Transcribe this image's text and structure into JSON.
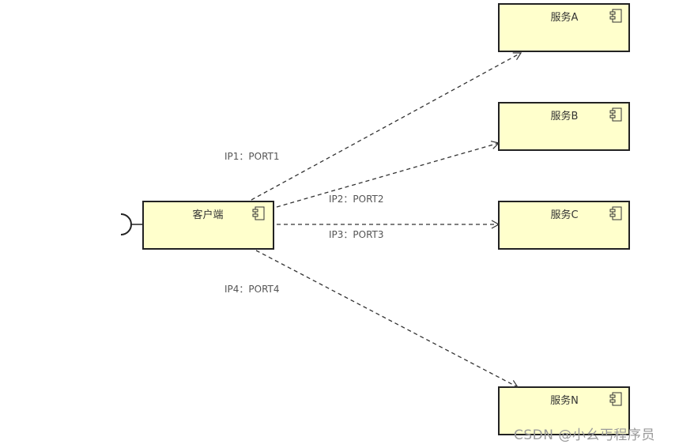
{
  "colors": {
    "box_fill": "#ffffcc",
    "box_stroke": "#222222",
    "edge": "#333333",
    "label": "#555555",
    "watermark": "#9a9a9a"
  },
  "client": {
    "label": "客户端",
    "icon": "component-icon"
  },
  "services": [
    {
      "label": "服务A",
      "icon": "component-icon"
    },
    {
      "label": "服务B",
      "icon": "component-icon"
    },
    {
      "label": "服务C",
      "icon": "component-icon"
    },
    {
      "label": "服务N",
      "icon": "component-icon"
    }
  ],
  "edges": [
    {
      "label": "IP1：PORT1"
    },
    {
      "label": "IP2：PORT2"
    },
    {
      "label": "IP3：PORT3"
    },
    {
      "label": "IP4：PORT4"
    }
  ],
  "watermark": "CSDN @小幺丐程序员"
}
